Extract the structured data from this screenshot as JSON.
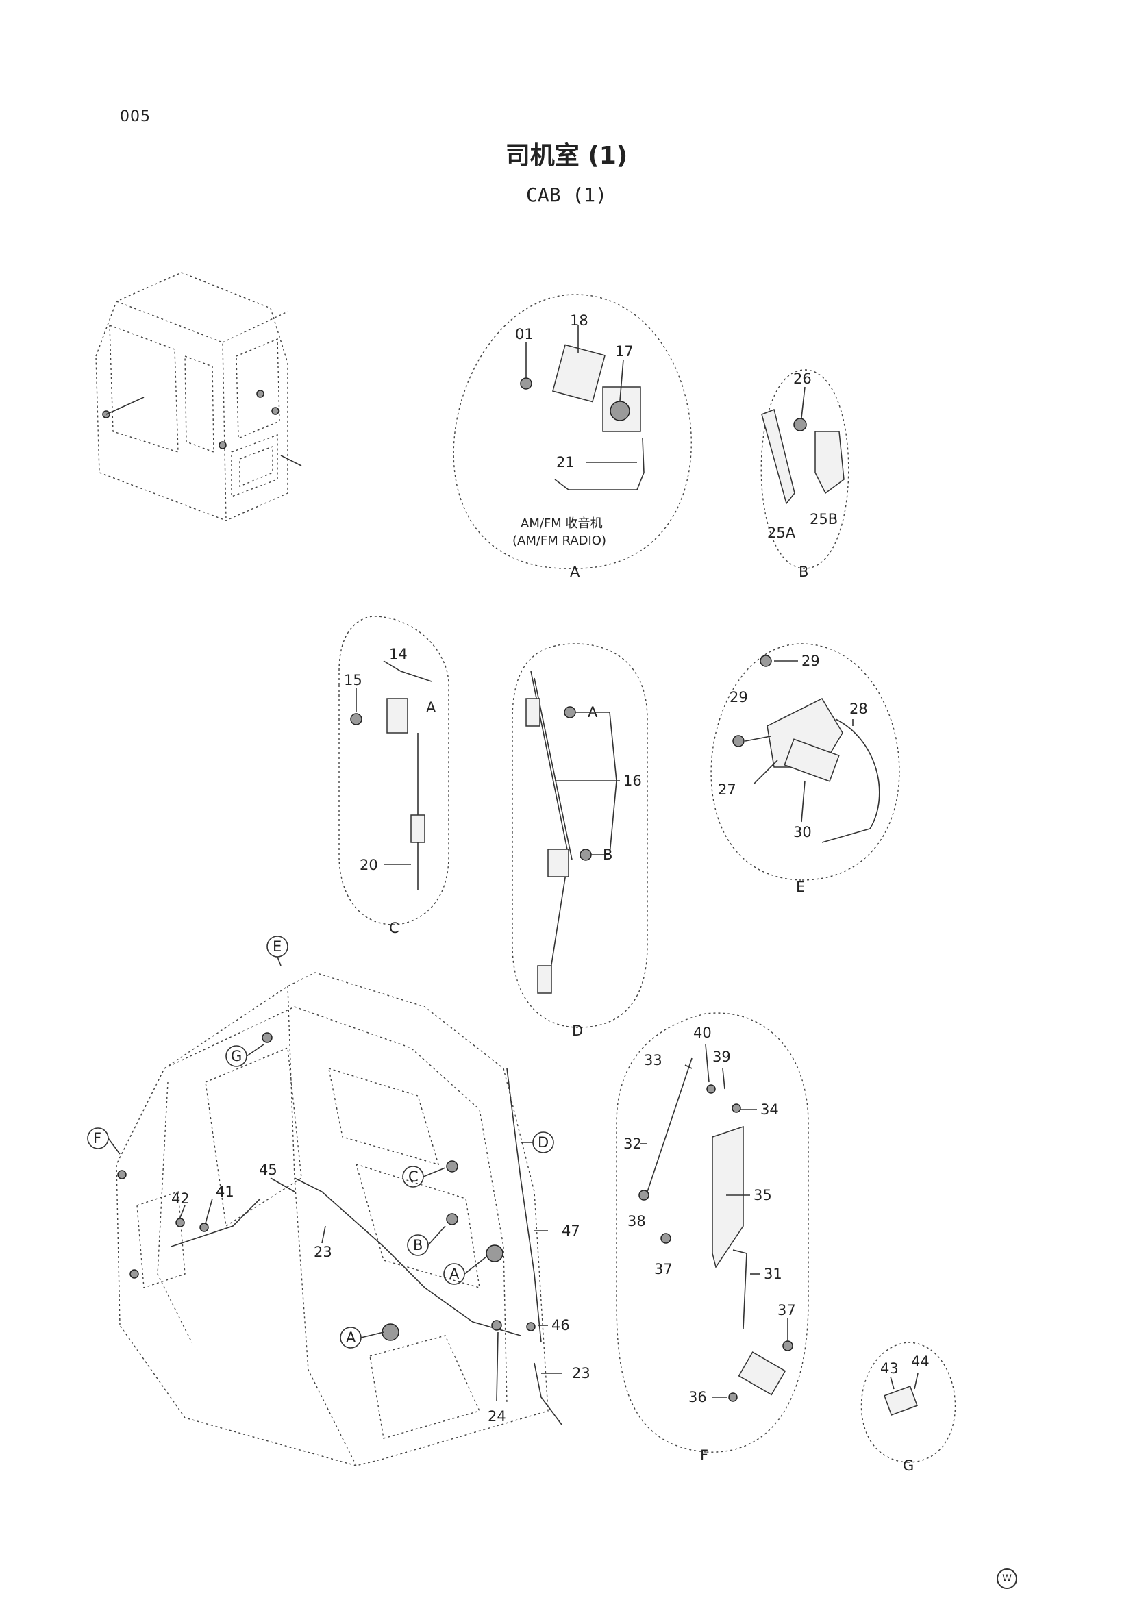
{
  "page_number": "005",
  "title_cn": "司机室 (1)",
  "title_en": "CAB (1)",
  "corner_mark": "W",
  "details": {
    "A": {
      "letter": "A",
      "labels": [
        "01",
        "18",
        "17",
        "21"
      ],
      "caption_cn": "AM/FM 收音机",
      "caption_en": "(AM/FM RADIO)"
    },
    "B": {
      "letter": "B",
      "labels": [
        "26",
        "25A",
        "25B"
      ]
    },
    "C": {
      "letter": "C",
      "labels": [
        "14",
        "15",
        "A",
        "20"
      ]
    },
    "D": {
      "letter": "D",
      "labels": [
        "A",
        "16",
        "B"
      ]
    },
    "E": {
      "letter": "E",
      "labels": [
        "29",
        "29",
        "28",
        "27",
        "30"
      ]
    },
    "F": {
      "letter": "F",
      "labels": [
        "40",
        "33",
        "39",
        "34",
        "32",
        "35",
        "38",
        "37",
        "31",
        "37",
        "36"
      ]
    },
    "G": {
      "letter": "G",
      "labels": [
        "43",
        "44"
      ]
    }
  },
  "main_view": {
    "callouts": [
      "E",
      "G",
      "F",
      "D",
      "C",
      "B",
      "A",
      "A"
    ],
    "labels": [
      "42",
      "41",
      "45",
      "23",
      "47",
      "46",
      "23",
      "24"
    ]
  }
}
